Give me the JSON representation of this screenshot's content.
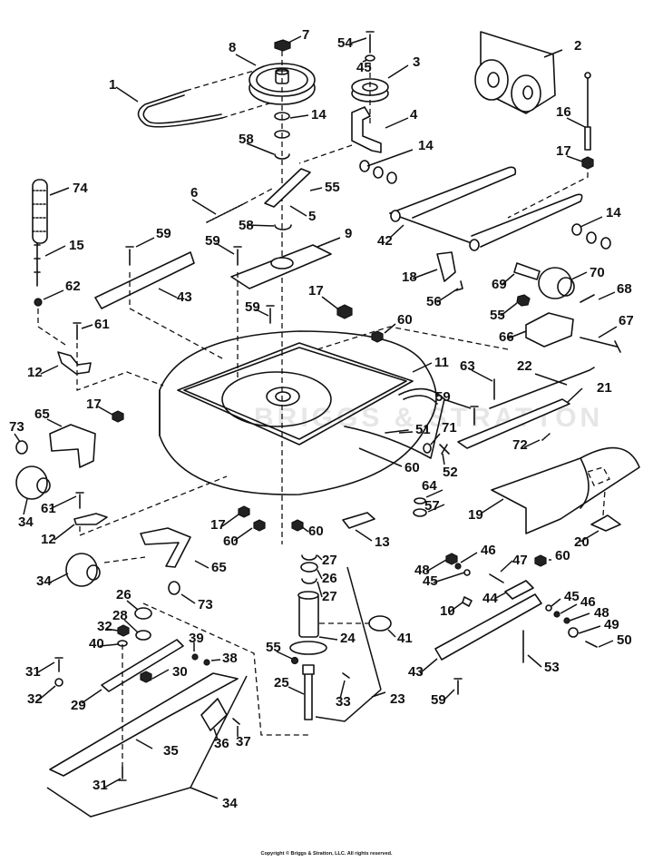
{
  "diagram": {
    "title": "Mower Deck Exploded Parts Diagram",
    "watermark": "BRIGGS & STRATTON",
    "copyright": "Copyright © Briggs & Stratton, LLC. All rights reserved.",
    "callouts": [
      {
        "id": "c1",
        "label": "1",
        "part": "belt"
      },
      {
        "id": "c2",
        "label": "2",
        "part": "belt-guide-bracket"
      },
      {
        "id": "c3",
        "label": "3",
        "part": "idler-pulley"
      },
      {
        "id": "c4",
        "label": "4",
        "part": "idler-bracket"
      },
      {
        "id": "c5",
        "label": "5",
        "part": "idler-arm"
      },
      {
        "id": "c6",
        "label": "6",
        "part": "spring"
      },
      {
        "id": "c7",
        "label": "7",
        "part": "nut"
      },
      {
        "id": "c8",
        "label": "8",
        "part": "spindle-pulley"
      },
      {
        "id": "c9",
        "label": "9",
        "part": "plate"
      },
      {
        "id": "c10",
        "label": "10",
        "part": "pin"
      },
      {
        "id": "c11",
        "label": "11",
        "part": "mower-deck-housing"
      },
      {
        "id": "c12a",
        "label": "12",
        "part": "bracket"
      },
      {
        "id": "c12b",
        "label": "12",
        "part": "bracket"
      },
      {
        "id": "c13",
        "label": "13",
        "part": "decal"
      },
      {
        "id": "c14a",
        "label": "14",
        "part": "washer"
      },
      {
        "id": "c14b",
        "label": "14",
        "part": "washers"
      },
      {
        "id": "c14c",
        "label": "14",
        "part": "washers"
      },
      {
        "id": "c15",
        "label": "15",
        "part": "chain"
      },
      {
        "id": "c16",
        "label": "16",
        "part": "lift-link"
      },
      {
        "id": "c17a",
        "label": "17",
        "part": "locknut"
      },
      {
        "id": "c17b",
        "label": "17",
        "part": "locknut"
      },
      {
        "id": "c17c",
        "label": "17",
        "part": "locknut"
      },
      {
        "id": "c17d",
        "label": "17",
        "part": "locknut"
      },
      {
        "id": "c18",
        "label": "18",
        "part": "clamp"
      },
      {
        "id": "c19",
        "label": "19",
        "part": "discharge-chute"
      },
      {
        "id": "c20",
        "label": "20",
        "part": "decal"
      },
      {
        "id": "c21",
        "label": "21",
        "part": "deflector-bracket"
      },
      {
        "id": "c22",
        "label": "22",
        "part": "rod"
      },
      {
        "id": "c23",
        "label": "23",
        "part": "spindle-assembly"
      },
      {
        "id": "c24",
        "label": "24",
        "part": "spindle-housing"
      },
      {
        "id": "c25",
        "label": "25",
        "part": "spindle-shaft"
      },
      {
        "id": "c26a",
        "label": "26",
        "part": "bearing"
      },
      {
        "id": "c26b",
        "label": "26",
        "part": "bearing"
      },
      {
        "id": "c27a",
        "label": "27",
        "part": "retaining-ring"
      },
      {
        "id": "c27b",
        "label": "27",
        "part": "retaining-ring"
      },
      {
        "id": "c28",
        "label": "28",
        "part": "washer"
      },
      {
        "id": "c29",
        "label": "29",
        "part": "blade-adapter"
      },
      {
        "id": "c30",
        "label": "30",
        "part": "nut"
      },
      {
        "id": "c31a",
        "label": "31",
        "part": "bolt"
      },
      {
        "id": "c31b",
        "label": "31",
        "part": "bolt"
      },
      {
        "id": "c32a",
        "label": "32",
        "part": "nut"
      },
      {
        "id": "c32b",
        "label": "32",
        "part": "nut"
      },
      {
        "id": "c33",
        "label": "33",
        "part": "grease-fitting"
      },
      {
        "id": "c34a",
        "label": "34",
        "part": "roller"
      },
      {
        "id": "c34b",
        "label": "34",
        "part": "roller"
      },
      {
        "id": "c34c",
        "label": "34",
        "part": "blade-assembly"
      },
      {
        "id": "c35",
        "label": "35",
        "part": "blade"
      },
      {
        "id": "c36",
        "label": "36",
        "part": "blade-bracket"
      },
      {
        "id": "c37",
        "label": "37",
        "part": "screw"
      },
      {
        "id": "c38",
        "label": "38",
        "part": "nut"
      },
      {
        "id": "c39",
        "label": "39",
        "part": "nut"
      },
      {
        "id": "c40",
        "label": "40",
        "part": "lockwasher"
      },
      {
        "id": "c41",
        "label": "41",
        "part": "bearing-sleeve"
      },
      {
        "id": "c42",
        "label": "42",
        "part": "lift-arm"
      },
      {
        "id": "c43a",
        "label": "43",
        "part": "hanger-bracket"
      },
      {
        "id": "c43b",
        "label": "43",
        "part": "hanger-bracket"
      },
      {
        "id": "c44",
        "label": "44",
        "part": "link"
      },
      {
        "id": "c45a",
        "label": "45",
        "part": "washer"
      },
      {
        "id": "c45b",
        "label": "45",
        "part": "washer"
      },
      {
        "id": "c45c",
        "label": "45",
        "part": "washer"
      },
      {
        "id": "c46a",
        "label": "46",
        "part": "washer"
      },
      {
        "id": "c46b",
        "label": "46",
        "part": "washer"
      },
      {
        "id": "c47",
        "label": "47",
        "part": "bolt"
      },
      {
        "id": "c48a",
        "label": "48",
        "part": "nut"
      },
      {
        "id": "c48b",
        "label": "48",
        "part": "nut"
      },
      {
        "id": "c49",
        "label": "49",
        "part": "nut"
      },
      {
        "id": "c50",
        "label": "50",
        "part": "bolt"
      },
      {
        "id": "c51",
        "label": "51",
        "part": "bolt"
      },
      {
        "id": "c52",
        "label": "52",
        "part": "wing-nut"
      },
      {
        "id": "c53",
        "label": "53",
        "part": "stud"
      },
      {
        "id": "c54",
        "label": "54",
        "part": "bolt"
      },
      {
        "id": "c55a",
        "label": "55",
        "part": "nut"
      },
      {
        "id": "c55b",
        "label": "55",
        "part": "nut"
      },
      {
        "id": "c55c",
        "label": "55",
        "part": "nut"
      },
      {
        "id": "c56",
        "label": "56",
        "part": "screw"
      },
      {
        "id": "c57",
        "label": "57",
        "part": "grommet"
      },
      {
        "id": "c58a",
        "label": "58",
        "part": "retaining-ring"
      },
      {
        "id": "c58b",
        "label": "58",
        "part": "retaining-ring"
      },
      {
        "id": "c59a",
        "label": "59",
        "part": "screw"
      },
      {
        "id": "c59b",
        "label": "59",
        "part": "screw"
      },
      {
        "id": "c59c",
        "label": "59",
        "part": "screw"
      },
      {
        "id": "c59d",
        "label": "59",
        "part": "screw"
      },
      {
        "id": "c59e",
        "label": "59",
        "part": "screw"
      },
      {
        "id": "c60a",
        "label": "60",
        "part": "nut"
      },
      {
        "id": "c60b",
        "label": "60",
        "part": "nut"
      },
      {
        "id": "c60c",
        "label": "60",
        "part": "nut"
      },
      {
        "id": "c60d",
        "label": "60",
        "part": "nut"
      },
      {
        "id": "c60e",
        "label": "60",
        "part": "nut"
      },
      {
        "id": "c61a",
        "label": "61",
        "part": "screw"
      },
      {
        "id": "c61b",
        "label": "61",
        "part": "screw"
      },
      {
        "id": "c62",
        "label": "62",
        "part": "nut"
      },
      {
        "id": "c63",
        "label": "63",
        "part": "cotter-pin"
      },
      {
        "id": "c64",
        "label": "64",
        "part": "washer"
      },
      {
        "id": "c65a",
        "label": "65",
        "part": "roller-bracket"
      },
      {
        "id": "c65b",
        "label": "65",
        "part": "roller-bracket"
      },
      {
        "id": "c66",
        "label": "66",
        "part": "roller-bracket"
      },
      {
        "id": "c67",
        "label": "67",
        "part": "bolt"
      },
      {
        "id": "c68",
        "label": "68",
        "part": "screw"
      },
      {
        "id": "c69",
        "label": "69",
        "part": "shaft"
      },
      {
        "id": "c70",
        "label": "70",
        "part": "roller"
      },
      {
        "id": "c71",
        "label": "71",
        "part": "washer"
      },
      {
        "id": "c72",
        "label": "72",
        "part": "spring"
      },
      {
        "id": "c73a",
        "label": "73",
        "part": "bushing"
      },
      {
        "id": "c73b",
        "label": "73",
        "part": "bushing"
      },
      {
        "id": "c74",
        "label": "74",
        "part": "grip"
      }
    ]
  }
}
